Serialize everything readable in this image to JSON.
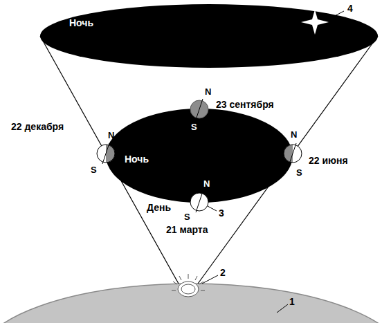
{
  "diagram": {
    "nodes": [
      {
        "text": [
          "Ночь"
        ]
      },
      {
        "text": [
          "Ночь"
        ]
      }
    ],
    "labels": [
      "4",
      "23 сентября",
      "N",
      "S",
      "22 декабря",
      "N",
      "22 июня",
      "N",
      "S",
      "S",
      "N",
      "День",
      "S",
      "3",
      "21 марта",
      "2",
      "1"
    ]
  }
}
